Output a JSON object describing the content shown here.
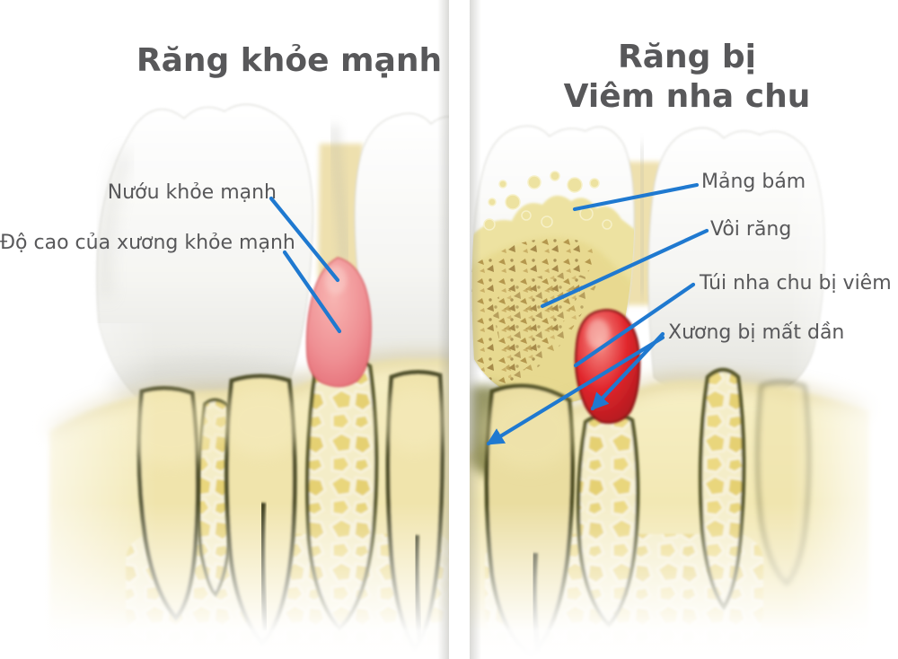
{
  "titles": {
    "left": "Răng khỏe mạnh",
    "right_line1": "Răng bị",
    "right_line2": "Viêm nha chu"
  },
  "labels": {
    "healthy_gum": "Nướu khỏe mạnh",
    "healthy_bone_height": "Độ cao của xương khỏe mạnh",
    "plaque": "Mảng bám",
    "tartar": "Vôi răng",
    "inflamed_pocket": "Túi nha chu bị viêm",
    "bone_loss": "Xương bị mất dần"
  },
  "colors": {
    "text_gray": "#58585a",
    "leader_blue": "#1f79d0",
    "gum_pink": "#ef8f93",
    "inflamed_red": "#d92027",
    "bone_yellow": "#f0e3a6",
    "plaque_yellow": "#ece19c",
    "tartar_tan": "#b3924a",
    "tooth_white": "#ffffff"
  }
}
